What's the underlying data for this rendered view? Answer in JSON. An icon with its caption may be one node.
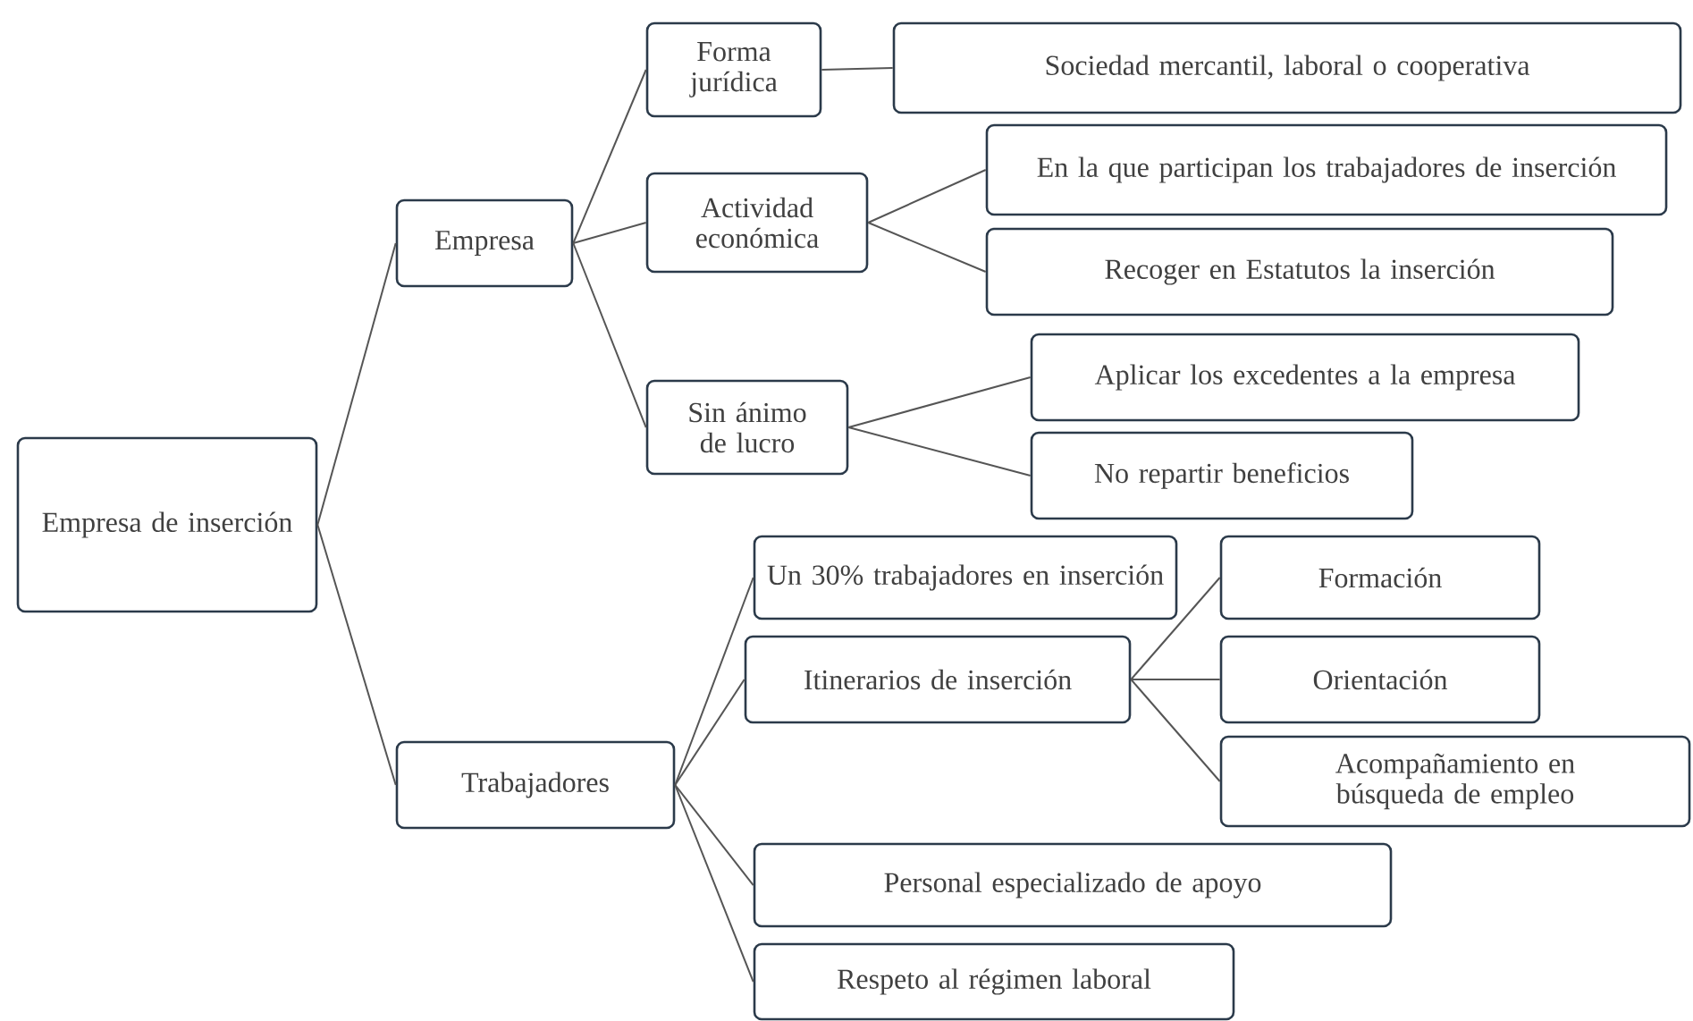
{
  "diagram": {
    "nodes": [
      {
        "text": [
          "Empresa de inserción"
        ]
      },
      {
        "text": [
          "Empresa"
        ]
      },
      {
        "text": [
          "Forma jurídica"
        ]
      },
      {
        "text": [
          "Sociedad mercantil, laboral o cooperativa"
        ]
      },
      {
        "text": [
          "Actividad económica"
        ]
      },
      {
        "text": [
          "En la que participan los trabajadores de inserción"
        ]
      },
      {
        "text": [
          "Recoger en Estatutos la inserción"
        ]
      },
      {
        "text": [
          "Sin ánimo de lucro"
        ]
      },
      {
        "text": [
          "Aplicar los excedentes a la empresa"
        ]
      },
      {
        "text": [
          "No repartir beneficios"
        ]
      },
      {
        "text": [
          "Trabajadores"
        ]
      },
      {
        "text": [
          "Un 30% trabajadores en inserción"
        ]
      },
      {
        "text": [
          "Itinerarios de inserción"
        ]
      },
      {
        "text": [
          "Formación"
        ]
      },
      {
        "text": [
          "Orientación"
        ]
      },
      {
        "text": [
          "Acompañamiento en búsqueda de empleo"
        ]
      },
      {
        "text": [
          "Personal especializado de apoyo"
        ]
      },
      {
        "text": [
          "Respeto al régimen laboral"
        ]
      }
    ],
    "edges": [
      {
        "from": 0,
        "to": 1,
        "arrow": "none"
      },
      {
        "from": 0,
        "to": 10,
        "arrow": "none"
      },
      {
        "from": 1,
        "to": 2,
        "arrow": "none"
      },
      {
        "from": 1,
        "to": 4,
        "arrow": "none"
      },
      {
        "from": 1,
        "to": 7,
        "arrow": "none"
      },
      {
        "from": 2,
        "to": 3,
        "arrow": "none"
      },
      {
        "from": 4,
        "to": 5,
        "arrow": "none"
      },
      {
        "from": 4,
        "to": 6,
        "arrow": "none"
      },
      {
        "from": 7,
        "to": 8,
        "arrow": "none"
      },
      {
        "from": 7,
        "to": 9,
        "arrow": "none"
      },
      {
        "from": 10,
        "to": 11,
        "arrow": "none"
      },
      {
        "from": 10,
        "to": 12,
        "arrow": "none"
      },
      {
        "from": 10,
        "to": 16,
        "arrow": "none"
      },
      {
        "from": 10,
        "to": 17,
        "arrow": "none"
      },
      {
        "from": 12,
        "to": 13,
        "arrow": "none"
      },
      {
        "from": 12,
        "to": 14,
        "arrow": "none"
      },
      {
        "from": 12,
        "to": 15,
        "arrow": "none"
      }
    ]
  }
}
